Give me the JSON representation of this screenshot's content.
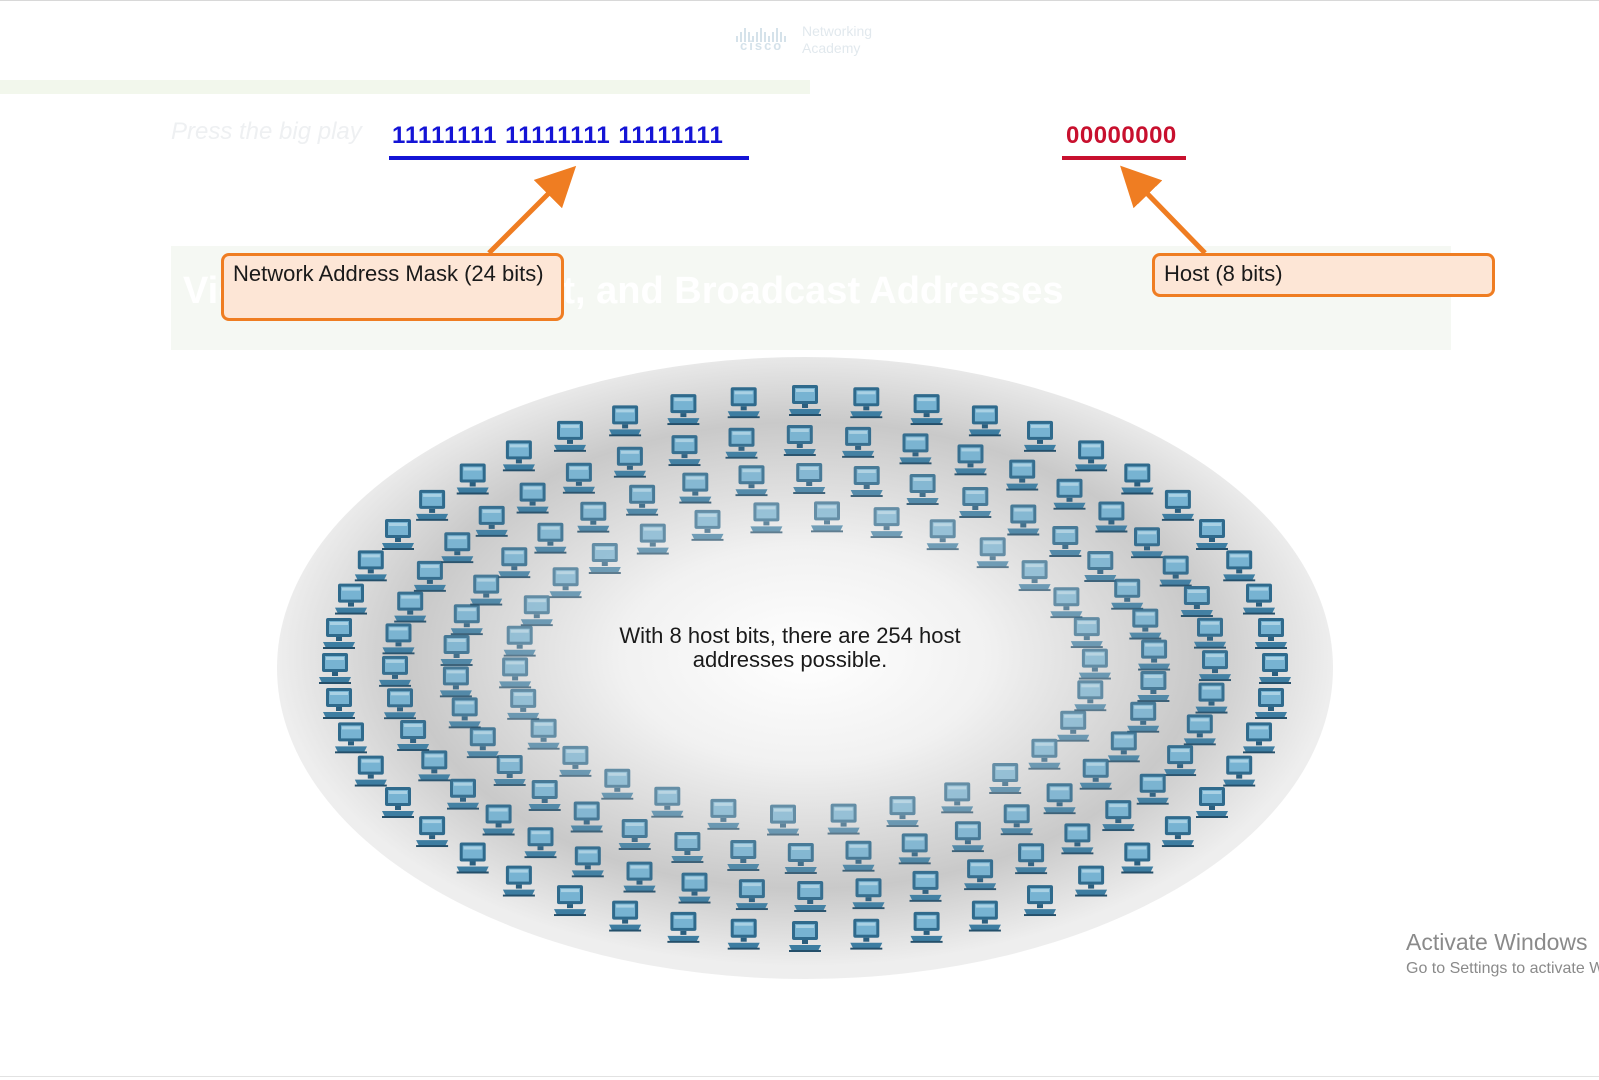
{
  "logo": {
    "brand": "cisco",
    "line1": "Networking",
    "line2": "Academy"
  },
  "background": {
    "press_hint": "Press the big play",
    "banner_title": "Video - Network, Host, and Broadcast Addresses",
    "accent_color": "#f5f8f3"
  },
  "diagram": {
    "network_bits": "11111111 11111111 11111111",
    "host_bits": "00000000",
    "network_color": "#1414d6",
    "host_color": "#c8102e",
    "network_callout": "Network Address Mask (24 bits)",
    "host_callout": "Host (8 bits)",
    "callout_border_color": "#ef7d22",
    "callout_fill_color": "#fde6d6",
    "center_text": "With 8 host bits, there are 254 host addresses possible.",
    "host_icon": "computer-icon"
  },
  "watermark": {
    "title": "Activate Windows",
    "subtitle": "Go to Settings to activate Windows."
  }
}
